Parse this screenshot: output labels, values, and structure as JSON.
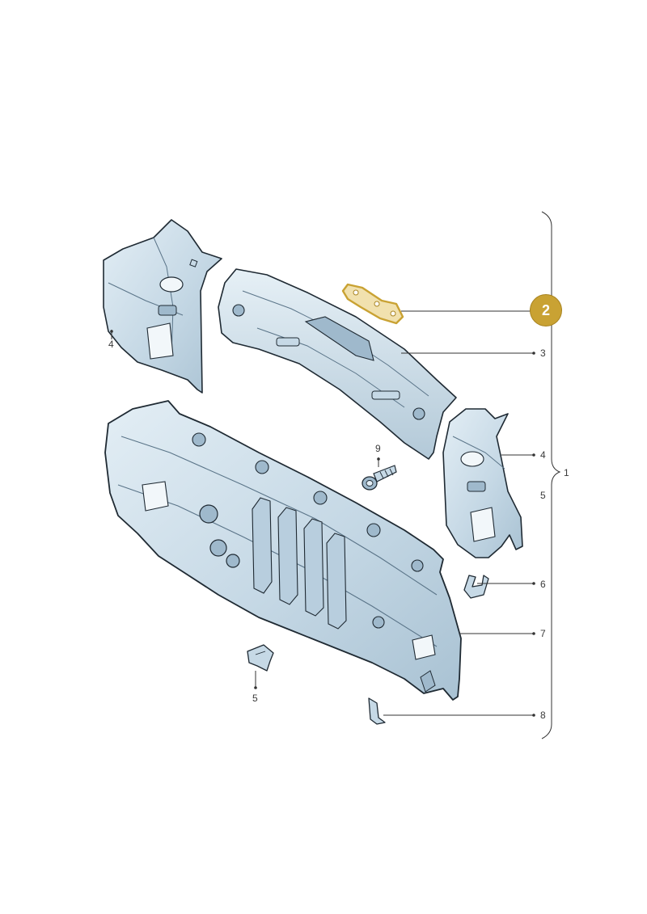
{
  "callout": {
    "label": "2",
    "color": "#c9a233"
  },
  "parts": {
    "rear_panel": "3",
    "left_side_member": "4",
    "right_side_member": "4",
    "screw": "9",
    "group_total": "1",
    "group_bracket": "5",
    "clip": "6",
    "main_panel": "7",
    "lower_bracket": "5",
    "lower_bracket_right": "8"
  },
  "colors": {
    "part_fill": "#c6d9e6",
    "part_fill_light": "#dde9f1",
    "part_shade": "#9fb9cc",
    "outline": "#1f2a33",
    "leader": "#333333",
    "highlight": "#e8c87a"
  }
}
